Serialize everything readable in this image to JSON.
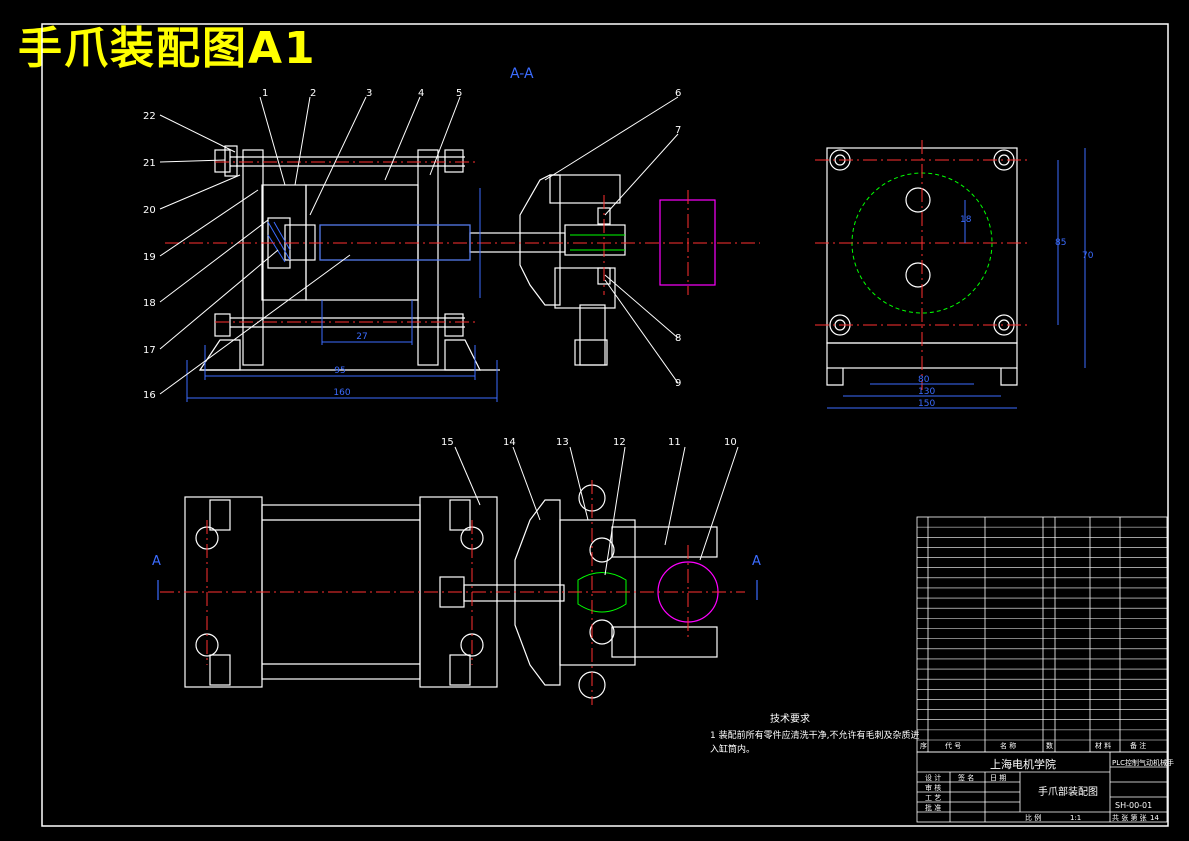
{
  "drawing_title": "手爪装配图A1",
  "section_label": "A-A",
  "section_marker": "A",
  "part_numbers_top": [
    "1",
    "2",
    "3",
    "4",
    "5",
    "6",
    "7",
    "8",
    "9"
  ],
  "part_numbers_left": [
    "22",
    "21",
    "20",
    "19",
    "18",
    "17",
    "16"
  ],
  "part_numbers_bottom": [
    "15",
    "14",
    "13",
    "12",
    "11",
    "10"
  ],
  "dims_front": {
    "d1": "27",
    "d2": "95",
    "d3": "160"
  },
  "dims_side": {
    "h1": "18",
    "h2": "85",
    "h3": "70",
    "w1": "80",
    "w2": "130",
    "w3": "150"
  },
  "tech_req": {
    "heading": "技术要求",
    "line1": "1 装配前所有零件应清洗干净,不允许有毛刺及杂质进",
    "line2": "入缸筒内。"
  },
  "title_block": {
    "school": "上海电机学院",
    "project": "PLC控制气动机械手",
    "drawing_name": "手爪部装配图",
    "drawing_no": "SH-00-01",
    "scale_label": "比 例",
    "scale": "1:1",
    "sheet_label": "共 张 第 张",
    "sheet_count": "14",
    "role_labels": [
      "设 计",
      "审 核",
      "工 艺",
      "批 准"
    ],
    "col_labels": [
      "签 名",
      "日 期"
    ]
  },
  "bom_header": [
    "序",
    "代 号",
    "名 称",
    "数",
    "材 料",
    "备 注"
  ]
}
